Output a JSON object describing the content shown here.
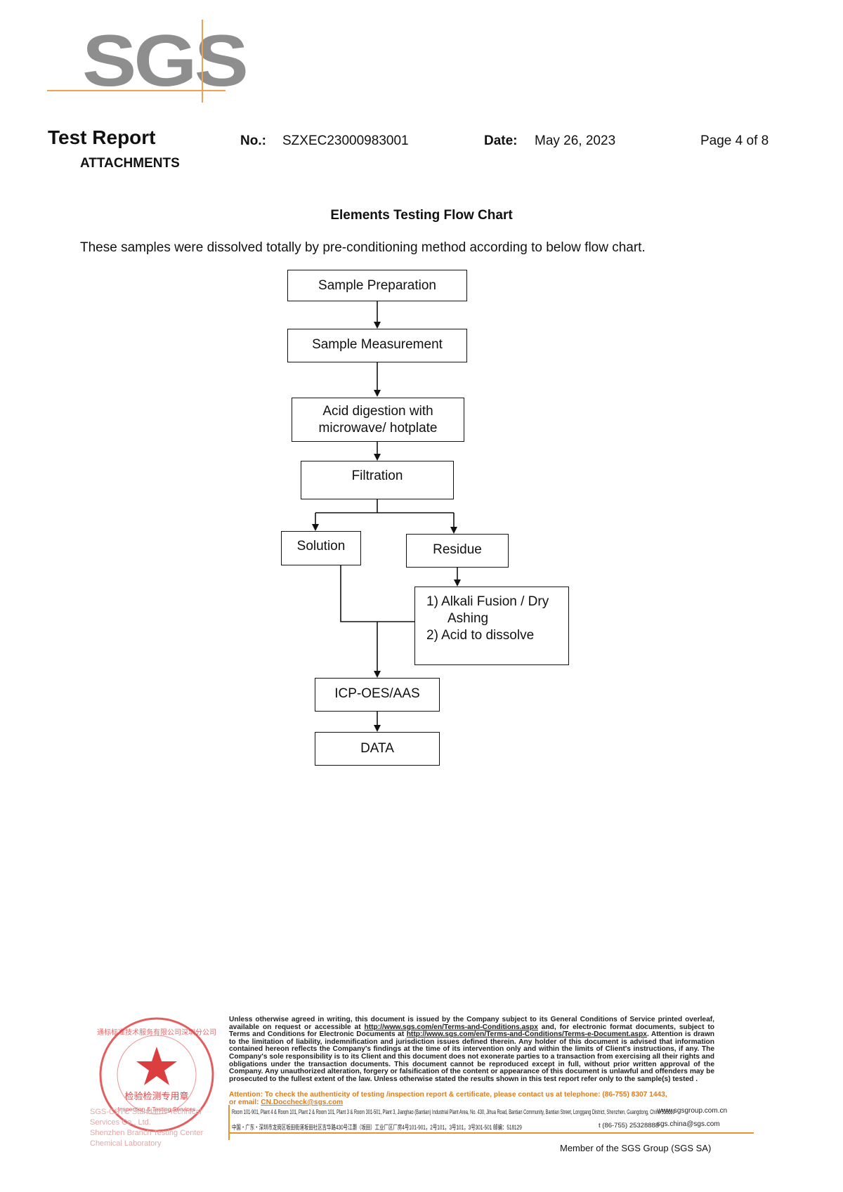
{
  "logo": {
    "text": "SGS"
  },
  "header": {
    "title": "Test Report",
    "subtitle": "ATTACHMENTS",
    "no_label": "No.:",
    "no_value": "SZXEC23000983001",
    "date_label": "Date:",
    "date_value": "May 26, 2023",
    "page": "Page 4 of 8"
  },
  "section": {
    "title": "Elements Testing Flow Chart",
    "intro": "These samples were dissolved totally by pre-conditioning method according to below flow chart."
  },
  "flow": {
    "sample_preparation": "Sample Preparation",
    "sample_measurement": "Sample Measurement",
    "acid_digestion_line1": "Acid digestion with",
    "acid_digestion_line2": "microwave/ hotplate",
    "filtration": "Filtration",
    "solution": "Solution",
    "residue": "Residue",
    "alkali_line1": "1) Alkali Fusion / Dry",
    "alkali_line2": "Ashing",
    "alkali_line3": "2) Acid to dissolve",
    "icp": "ICP-OES/AAS",
    "data": "DATA"
  },
  "footer": {
    "legal_1": "Unless otherwise agreed in writing, this document is issued by the Company subject to its General Conditions of Service printed overleaf, available on request or accessible at ",
    "legal_link1": "http://www.sgs.com/en/Terms-and-Conditions.aspx",
    "legal_2": " and, for electronic format documents, subject to Terms and Conditions for Electronic Documents at ",
    "legal_link2": "http://www.sgs.com/en/Terms-and-Conditions/Terms-e-Document.aspx",
    "legal_3": ". Attention is drawn to the limitation of liability, indemnification and jurisdiction issues defined therein. Any holder of this document is advised that information contained hereon reflects the Company's findings at the time of its intervention only and within the limits of Client's instructions, if any. The Company's sole responsibility is to its Client and this document does not exonerate parties to a transaction from exercising all their rights and obligations under the transaction documents. This document cannot be reproduced except in full, without prior written approval of the Company. Any unauthorized alteration, forgery or falsification of the content or appearance of this document is unlawful and offenders may be prosecuted to the fullest extent of the law. Unless otherwise stated the results shown in this test report refer only to the sample(s) tested .",
    "attention": "Attention: To check the authenticity of testing /inspection report & certificate, please contact us at telephone: (86-755) 8307 1443,",
    "attention_email_prefix": "or email: ",
    "attention_email": "CN.Doccheck@sgs.com",
    "address_en": "Room 101-901, Plant 4 & Room 101, Plant 2 & Room 101, Plant 3 & Room 301-501, Plant 3, Jianghao (Bantian) Industrial Plant Area, No. 430, Jihua Road, Bantian Community, Bantian Street, Longgang District, Shenzhen, Guangdong, China 518129",
    "website": "www.sgsgroup.com.cn",
    "address_cn": "中国・广东・深圳市龙岗区坂田街道坂田社区吉华路430号江灏（坂田）工业厂区厂房4号101-901，2号101，3号101，3号301-501 邮编：518129",
    "phone": "t (86-755) 25328888",
    "email": "sgs.china@sgs.com",
    "member": "Member of the SGS Group (SGS SA)",
    "stamp_text_cn_top": "通标标准技术服务有限公司深圳分公司",
    "stamp_text_cn_mid": "检验检测专用章",
    "stamp_text_en": "Inspection & Testing Services",
    "stamp_side_line1": "SGS-CSTC Standards Technical Services Co., Ltd.",
    "stamp_side_line2": "Shenzhen Branch Testing Center Chemical Laboratory"
  },
  "colors": {
    "logo_gray": "#8e8e8e",
    "logo_lines": "#f0a050",
    "stamp_red": "#d8282a",
    "attention_orange": "#e07b1a"
  }
}
